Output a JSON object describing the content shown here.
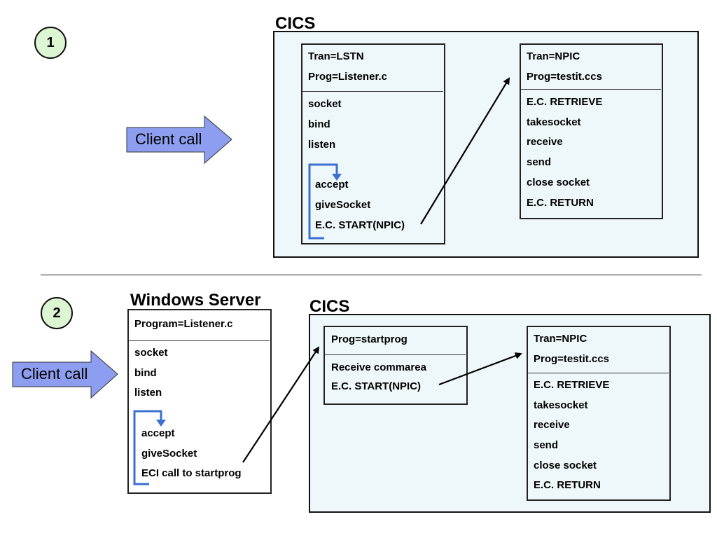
{
  "step1": {
    "number": "1",
    "client_call": "Client call",
    "region_title": "CICS",
    "listener_box": {
      "header": [
        "Tran=LSTN",
        "Prog=Listener.c"
      ],
      "body": [
        "socket",
        "bind",
        "listen"
      ],
      "loop": [
        "accept",
        "giveSocket",
        "E.C. START(NPIC)"
      ]
    },
    "npic_box": {
      "header": [
        "Tran=NPIC",
        "Prog=testit.ccs"
      ],
      "body": [
        "E.C. RETRIEVE",
        "takesocket",
        "receive",
        "send",
        "close socket",
        "E.C. RETURN"
      ]
    }
  },
  "step2": {
    "number": "2",
    "client_call": "Client call",
    "server_title": "Windows Server",
    "server_box": {
      "header": [
        "Program=Listener.c"
      ],
      "body": [
        "socket",
        "bind",
        "listen"
      ],
      "loop": [
        "accept",
        "giveSocket",
        "ECI call to startprog"
      ]
    },
    "region_title": "CICS",
    "startprog_box": {
      "header": [
        "Prog=startprog"
      ],
      "body": [
        "Receive commarea",
        "E.C. START(NPIC)"
      ]
    },
    "npic_box": {
      "header": [
        "Tran=NPIC",
        "Prog=testit.ccs"
      ],
      "body": [
        "E.C. RETRIEVE",
        "takesocket",
        "receive",
        "send",
        "close socket",
        "E.C. RETURN"
      ]
    }
  },
  "colors": {
    "region_fill": "#eef7f9",
    "badge_fill": "#dcf5d2",
    "client_arrow_fill": "#8d9ef0",
    "loop_blue": "#3b6fd1"
  }
}
